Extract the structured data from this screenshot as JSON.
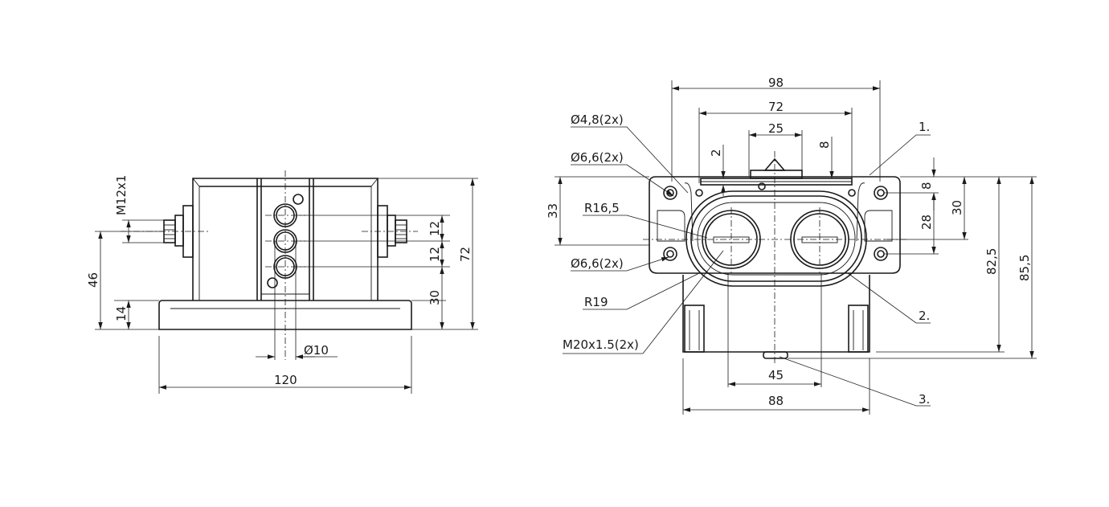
{
  "left_view": {
    "dims": {
      "thread": "M12x1",
      "d46": "46",
      "d14": "14",
      "d30": "30",
      "d12a": "12",
      "d12b": "12",
      "d72": "72",
      "phi10": "Ø10",
      "d120": "120"
    }
  },
  "right_view": {
    "dims": {
      "d98": "98",
      "d72": "72",
      "d25": "25",
      "d2": "2",
      "d8top": "8",
      "d33": "33",
      "d8": "8",
      "d30": "30",
      "d28": "28",
      "d82_5": "82,5",
      "d85_5": "85,5",
      "d45": "45",
      "d88": "88",
      "phi48": "Ø4,8(2x)",
      "phi66a": "Ø6,6(2x)",
      "phi66b": "Ø6,6(2x)",
      "r165": "R16,5",
      "r19": "R19",
      "m20": "M20x1.5(2x)"
    },
    "callouts": {
      "c1": "1.",
      "c2": "2.",
      "c3": "3."
    }
  }
}
